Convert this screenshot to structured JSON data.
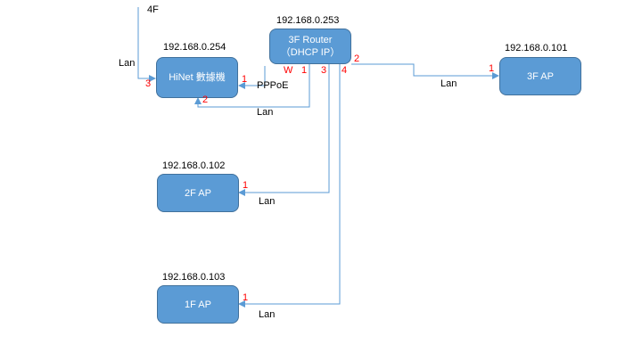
{
  "floor_label": "4F",
  "nodes": {
    "hinet": {
      "ip": "192.168.0.254",
      "name": "HiNet 數據機"
    },
    "router": {
      "ip": "192.168.0.253",
      "name_line1": "3F Router",
      "name_line2": "（DHCP IP）"
    },
    "ap3f": {
      "ip": "192.168.0.101",
      "name": "3F AP"
    },
    "ap2f": {
      "ip": "192.168.0.102",
      "name": "2F AP"
    },
    "ap1f": {
      "ip": "192.168.0.103",
      "name": "1F AP"
    }
  },
  "links": {
    "pppoe": "PPPoE",
    "lan": "Lan"
  },
  "ports": {
    "hinet_in": "3",
    "hinet_pppoe": "1",
    "hinet_lan": "2",
    "router_w": "W",
    "router_1": "1",
    "router_2": "2",
    "router_3": "3",
    "router_4": "4",
    "ap3f": "1",
    "ap2f": "1",
    "ap1f": "1"
  },
  "colors": {
    "node_fill": "#5b9bd5",
    "node_border": "#41719c",
    "connector": "#5b9bd5",
    "port_number": "#ff0000"
  }
}
